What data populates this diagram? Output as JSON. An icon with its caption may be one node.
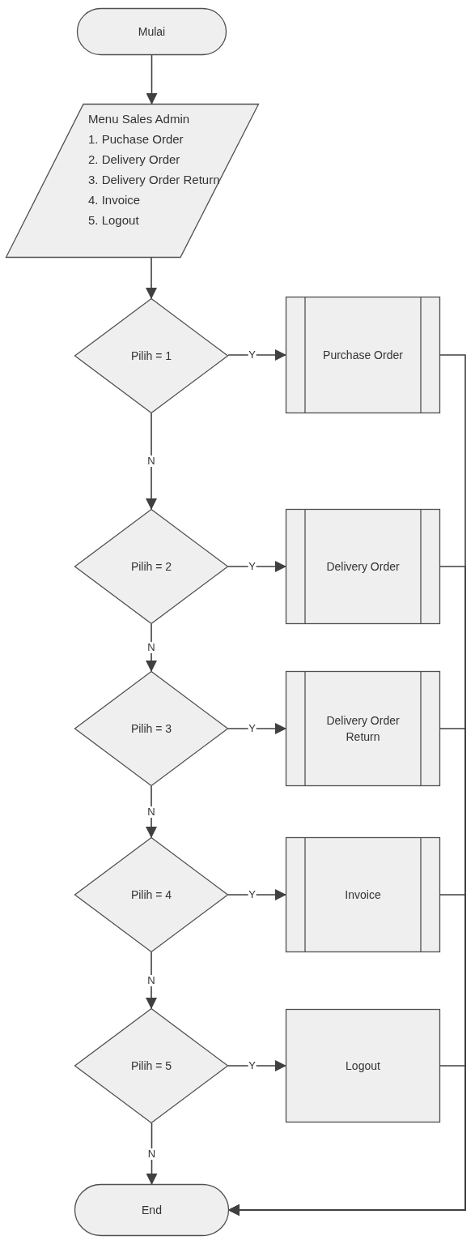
{
  "diagram": {
    "nodes": [
      {
        "text": [
          "Mulai"
        ]
      },
      {
        "text": [
          "Menu Sales Admin",
          "1. Puchase Order",
          "2. Delivery Order",
          "3. Delivery Order Return",
          "4. Invoice",
          "5. Logout"
        ]
      },
      {
        "text": [
          "Pilih = 1"
        ]
      },
      {
        "text": [
          "Purchase Order"
        ]
      },
      {
        "text": [
          "Pilih = 2"
        ]
      },
      {
        "text": [
          "Delivery Order"
        ]
      },
      {
        "text": [
          "Pilih = 3"
        ]
      },
      {
        "text": [
          "Delivery Order Return"
        ]
      },
      {
        "text": [
          "Pilih = 4"
        ]
      },
      {
        "text": [
          "Invoice"
        ]
      },
      {
        "text": [
          "Pilih = 5"
        ]
      },
      {
        "text": [
          "Logout"
        ]
      },
      {
        "text": [
          "End"
        ]
      }
    ],
    "edges": [
      {
        "from": 0,
        "to": 1,
        "arrow": "to"
      },
      {
        "from": 1,
        "to": 2,
        "arrow": "to"
      },
      {
        "from": 2,
        "to": 3,
        "arrow": "to",
        "label": "Y"
      },
      {
        "from": 2,
        "to": 4,
        "arrow": "to",
        "label": "N"
      },
      {
        "from": 4,
        "to": 5,
        "arrow": "to",
        "label": "Y"
      },
      {
        "from": 4,
        "to": 6,
        "arrow": "to",
        "label": "N"
      },
      {
        "from": 6,
        "to": 7,
        "arrow": "to",
        "label": "Y"
      },
      {
        "from": 6,
        "to": 8,
        "arrow": "to",
        "label": "N"
      },
      {
        "from": 8,
        "to": 9,
        "arrow": "to",
        "label": "Y"
      },
      {
        "from": 8,
        "to": 10,
        "arrow": "to",
        "label": "N"
      },
      {
        "from": 10,
        "to": 11,
        "arrow": "to",
        "label": "Y"
      },
      {
        "from": 10,
        "to": 12,
        "arrow": "to",
        "label": "N"
      },
      {
        "from": 3,
        "to": 12,
        "arrow": "to"
      },
      {
        "from": 5,
        "to": 12,
        "arrow": "to"
      },
      {
        "from": 7,
        "to": 12,
        "arrow": "to"
      },
      {
        "from": 9,
        "to": 12,
        "arrow": "to"
      },
      {
        "from": 11,
        "to": 12,
        "arrow": "to"
      }
    ]
  }
}
